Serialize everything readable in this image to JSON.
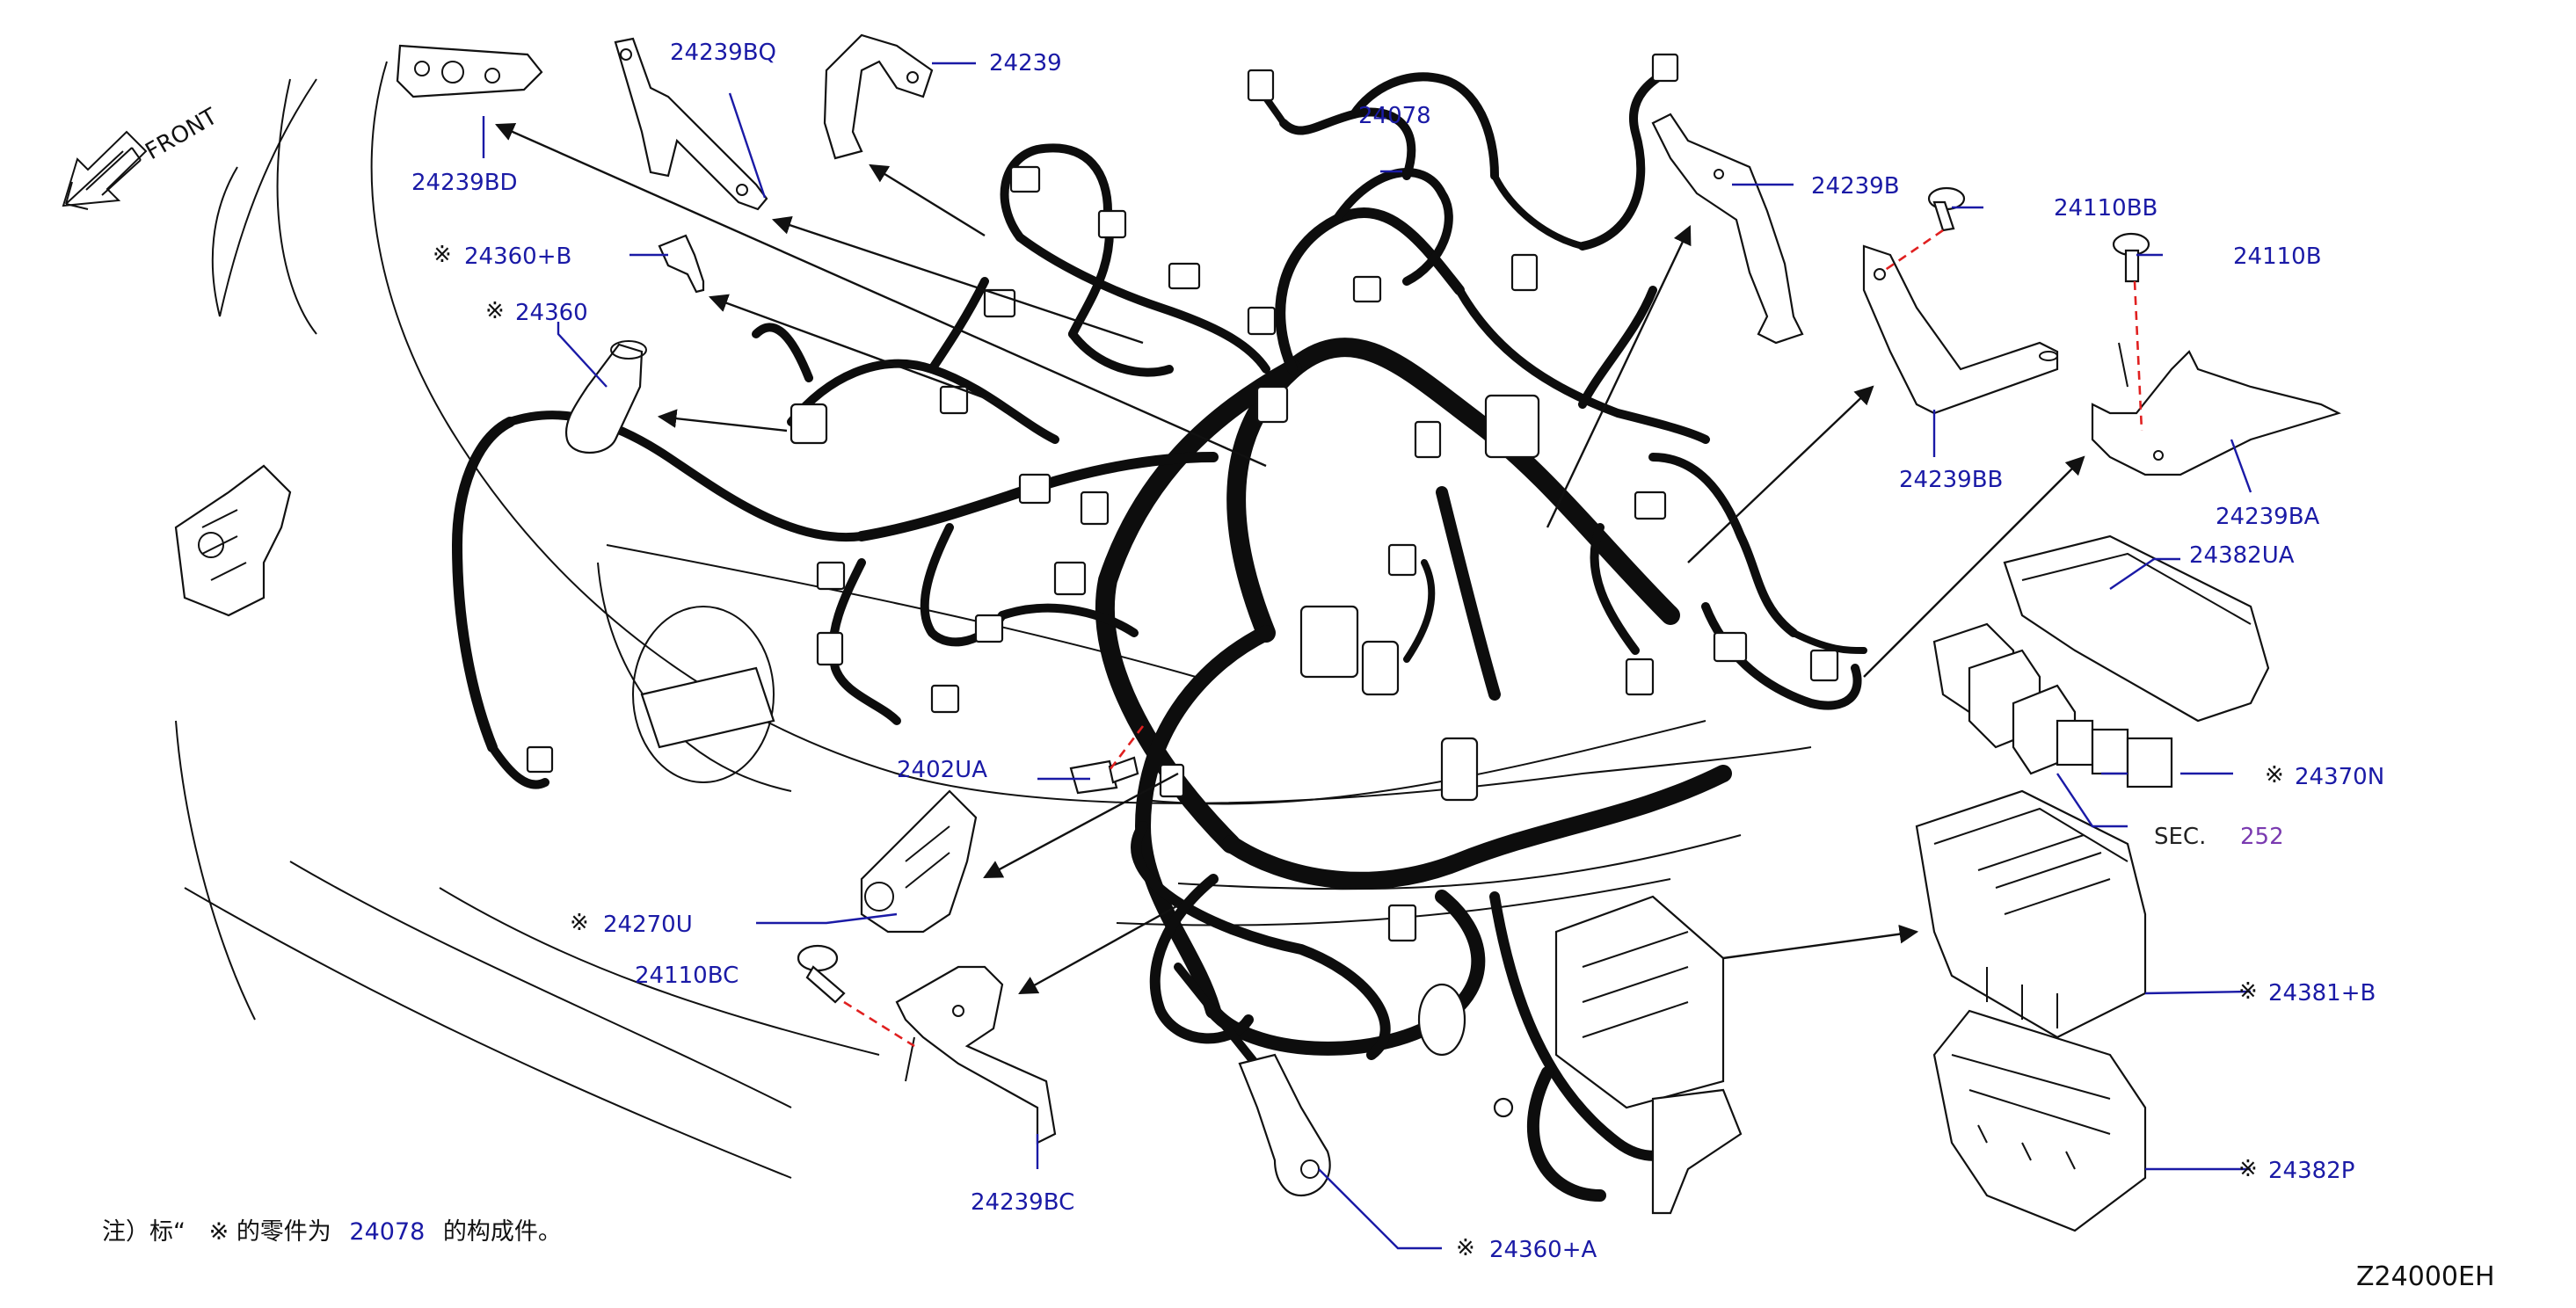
{
  "front_label": "FRONT",
  "parts": {
    "p24239BD": "24239BD",
    "p24239BQ": "24239BQ",
    "p24239": "24239",
    "p24078": "24078",
    "p24239B": "24239B",
    "p24110BB": "24110BB",
    "p24110B": "24110B",
    "p24360B": "24360+B",
    "p24360": "24360",
    "p24239BB": "24239BB",
    "p24239BA": "24239BA",
    "p24382UA": "24382UA",
    "p2402UA": "2402UA",
    "p24370N": "24370N",
    "p24270U": "24270U",
    "p24110BC": "24110BC",
    "p24381B": "24381+B",
    "p24382P": "24382P",
    "p24239BC": "24239BC",
    "p24360A": "24360+A"
  },
  "mark": "※",
  "sec_label": "SEC.",
  "sec_number": "252",
  "note": {
    "prefix": "注）标“",
    "mark": "※",
    "middle": "的零件为",
    "part": "24078",
    "suffix": "的构成件。"
  },
  "diagram_code": "Z24000EH",
  "colors": {
    "part_number": "#1a1aa6",
    "section_ref": "#7a3ab0",
    "screw_center_line": "#e02020"
  }
}
